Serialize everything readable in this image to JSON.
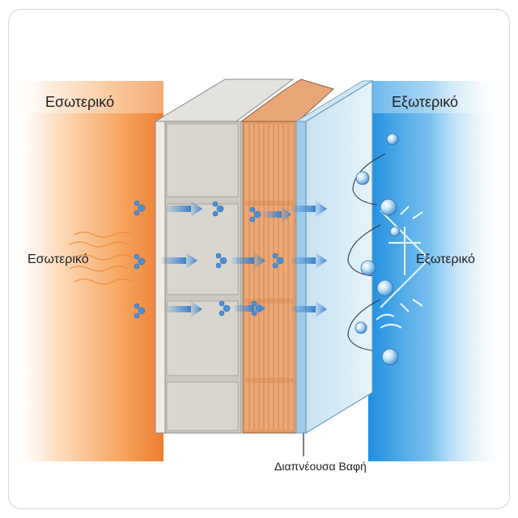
{
  "labels": {
    "interior_top": "Εσωτερικό",
    "exterior_top": "Εξωτερικό",
    "interior_side": "Εσωτερικό",
    "exterior_side": "Εξωτερικό",
    "paint": "Διαπνέουσα Βαφή"
  },
  "colors": {
    "interior_warm": "#f08a3c",
    "exterior_cool": "#4aa8e6",
    "concrete": "#d9d6d0",
    "brick": "#e9a777",
    "arrow": "#4a90d9",
    "glass": "#d8ecf7"
  }
}
